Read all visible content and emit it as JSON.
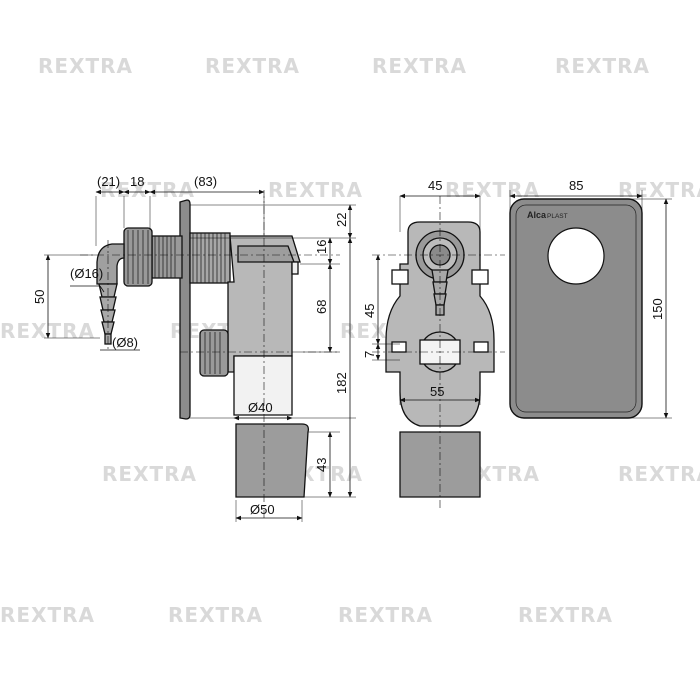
{
  "watermark": "REXTRA",
  "logo": {
    "brand": "Alca",
    "suffix": "PLAST"
  },
  "dimensions": {
    "side_view": {
      "d21": "(21)",
      "d18": "18",
      "d83": "(83)",
      "d22": "22",
      "d16": "16",
      "d68": "68",
      "d182": "182",
      "d43": "43",
      "d50_height": "50",
      "dia16": "(Ø16)",
      "dia8": "(Ø8)",
      "dia40": "Ø40",
      "dia50": "Ø50"
    },
    "front_view": {
      "d45_top": "45",
      "d45_side": "45",
      "d7": "7",
      "d55": "55"
    },
    "cover_view": {
      "d85": "85",
      "d150": "150"
    }
  },
  "colors": {
    "line": "#111111",
    "cover_plate": "#8c8c8c",
    "pipe_gray": "#9a9a9a",
    "pipe_light": "#b8b8b8",
    "watermark": "#d9d9d9"
  }
}
